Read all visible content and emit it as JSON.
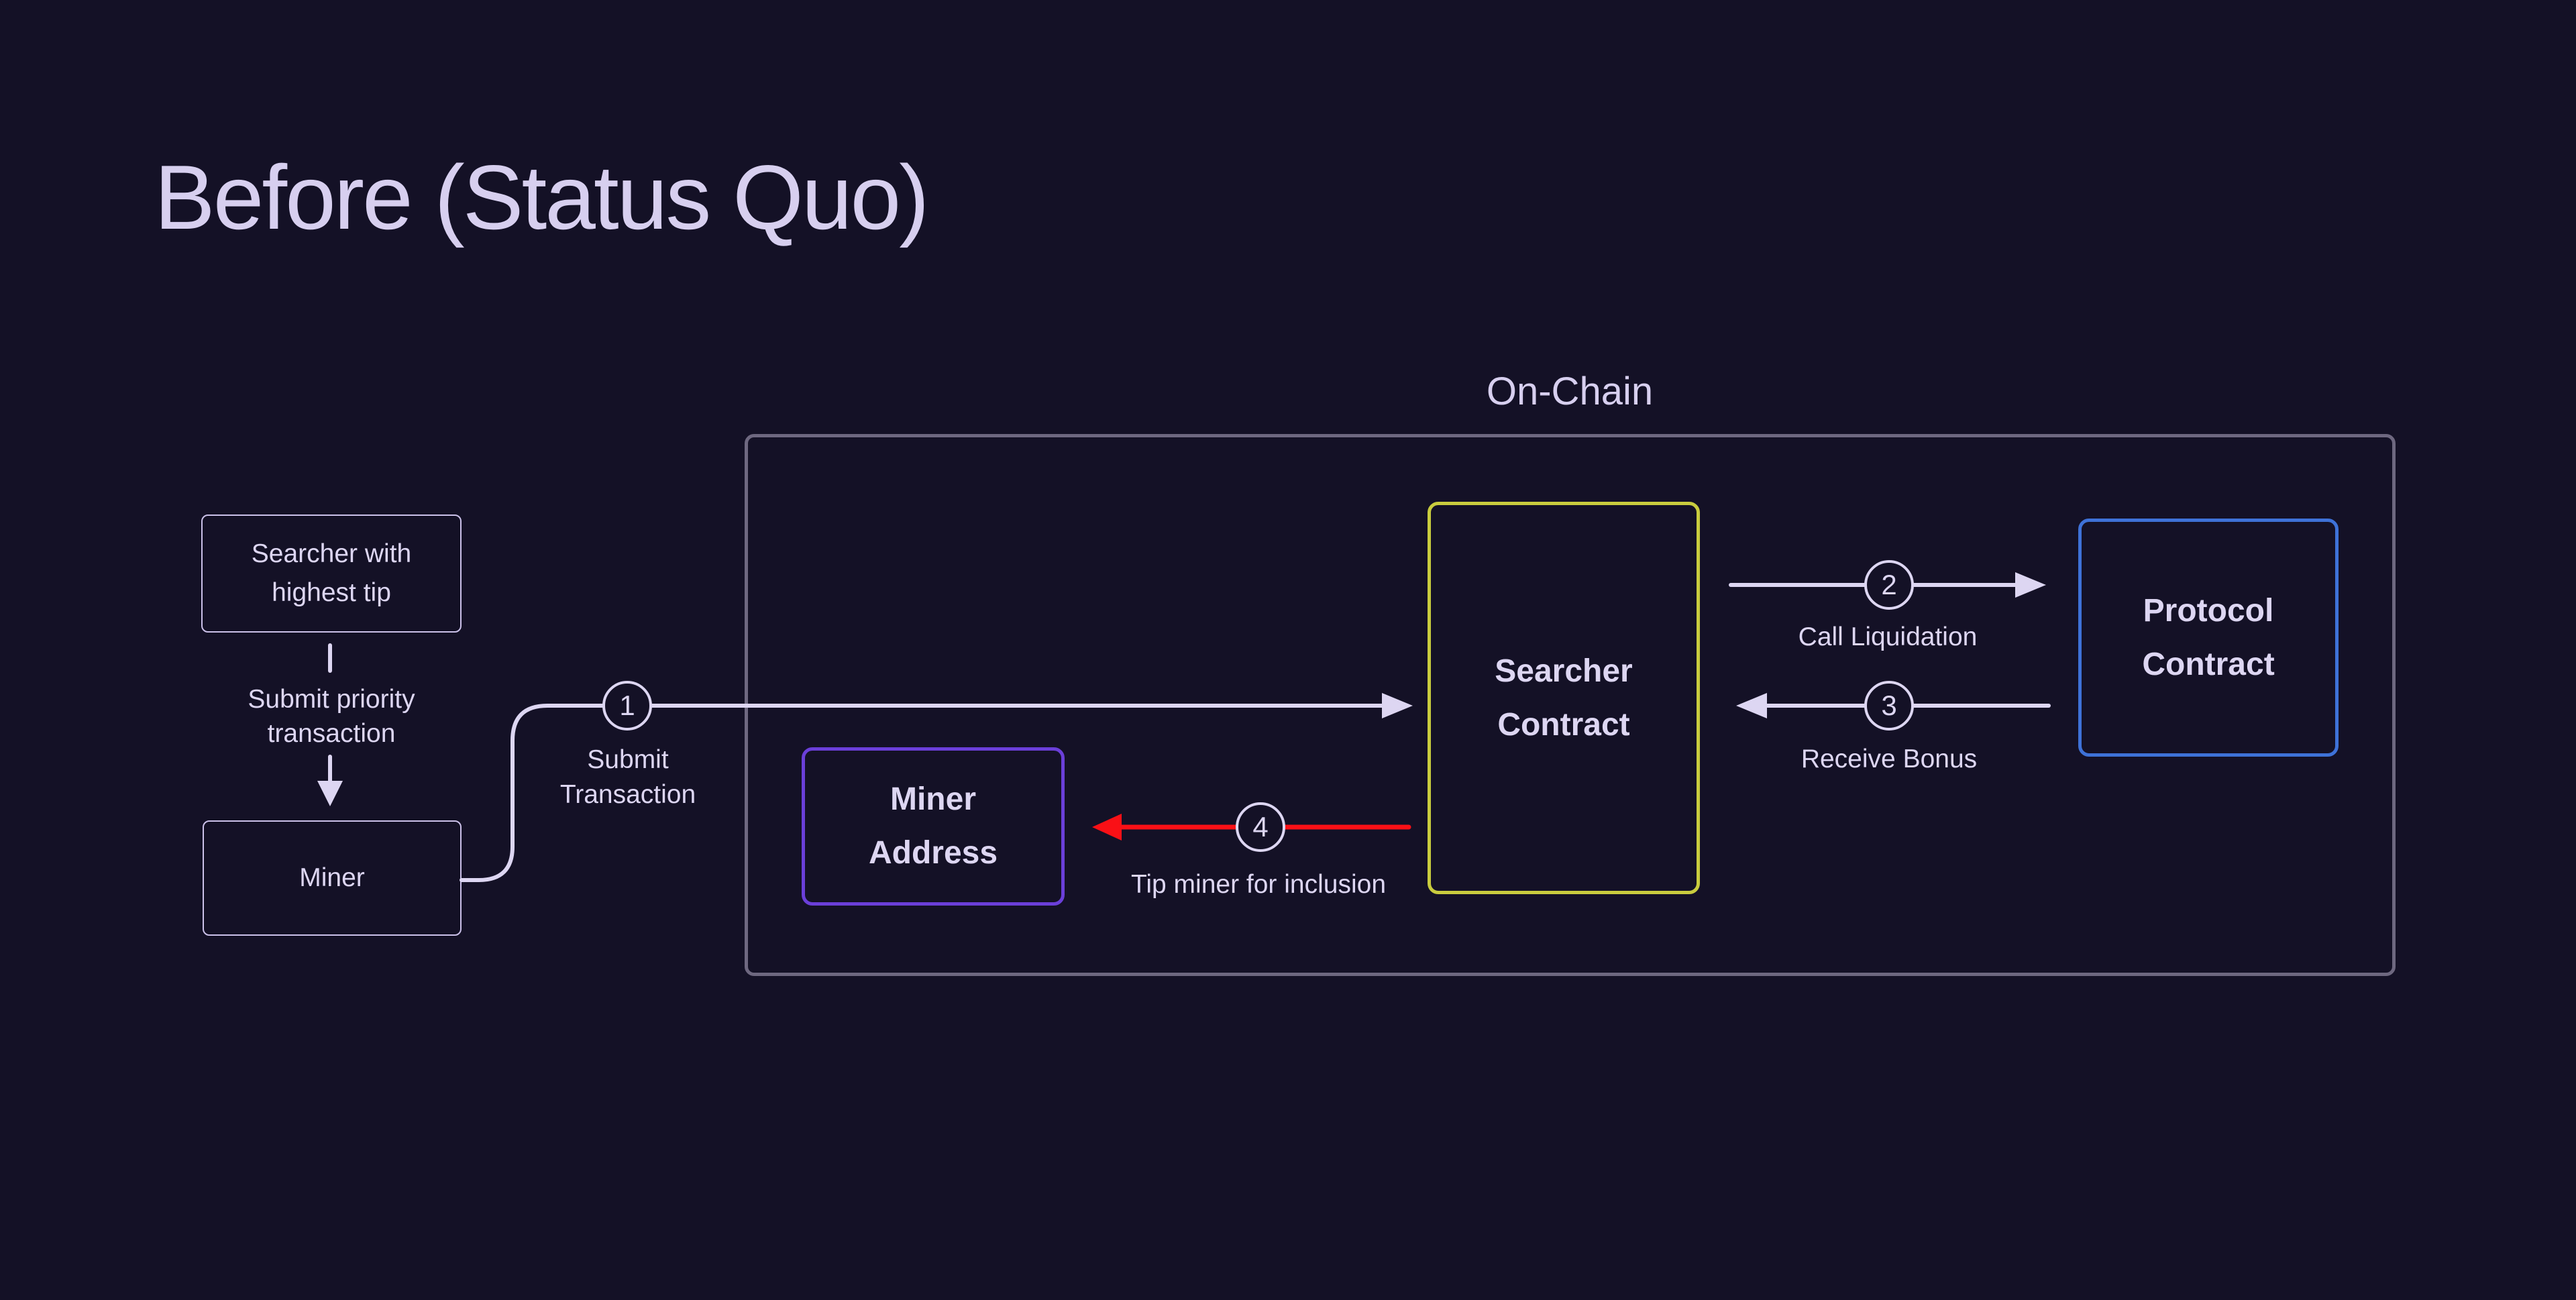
{
  "title": "Before (Status Quo)",
  "region": {
    "label": "On-Chain"
  },
  "nodes": {
    "searcher_tip": {
      "label": "Searcher with\nhighest tip"
    },
    "miner": {
      "label": "Miner"
    },
    "miner_address": {
      "label": "Miner\nAddress"
    },
    "searcher_contract": {
      "label": "Searcher\nContract"
    },
    "protocol_contract": {
      "label": "Protocol\nContract"
    }
  },
  "edges": {
    "submit_priority": {
      "label": "Submit priority\ntransaction"
    },
    "submit_transaction": {
      "step": "1",
      "label": "Submit\nTransaction"
    },
    "call_liquidation": {
      "step": "2",
      "label": "Call Liquidation"
    },
    "receive_bonus": {
      "step": "3",
      "label": "Receive Bonus"
    },
    "tip_miner": {
      "step": "4",
      "label": "Tip miner for inclusion"
    }
  },
  "colors": {
    "bg": "#141126",
    "ink": "#ddd6f2",
    "inkdim": "#d7cfef",
    "gray": "#6e6880",
    "yellow": "#c9cc3e",
    "purple": "#6b3fd9",
    "blue": "#3e72d8",
    "red": "#fa1016",
    "boxborder": "#cbc1e9"
  }
}
